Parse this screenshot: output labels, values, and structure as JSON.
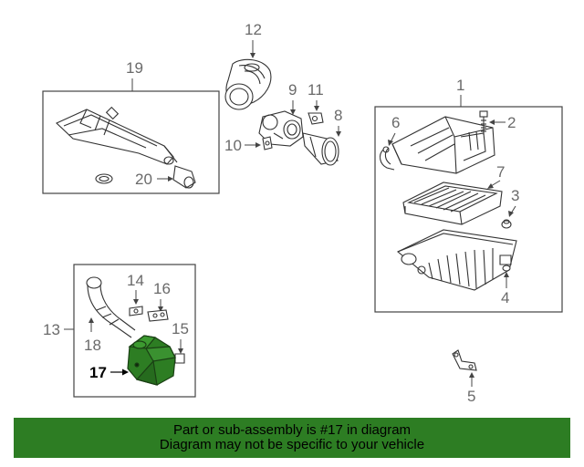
{
  "callouts": {
    "c1": "1",
    "c2": "2",
    "c3": "3",
    "c4": "4",
    "c5": "5",
    "c6": "6",
    "c7": "7",
    "c8": "8",
    "c9": "9",
    "c10": "10",
    "c11": "11",
    "c12": "12",
    "c13": "13",
    "c14": "14",
    "c15": "15",
    "c16": "16",
    "c17": "17",
    "c18": "18",
    "c19": "19",
    "c20": "20"
  },
  "highlight_part": "17",
  "colors": {
    "highlight": "#2d7d23",
    "banner": "#2d7d23",
    "line": "#333333",
    "callout_text": "#6a6a6a"
  },
  "banner": {
    "line1": "Part or sub-assembly is #17 in diagram",
    "line2": "Diagram may not be specific to your vehicle"
  }
}
